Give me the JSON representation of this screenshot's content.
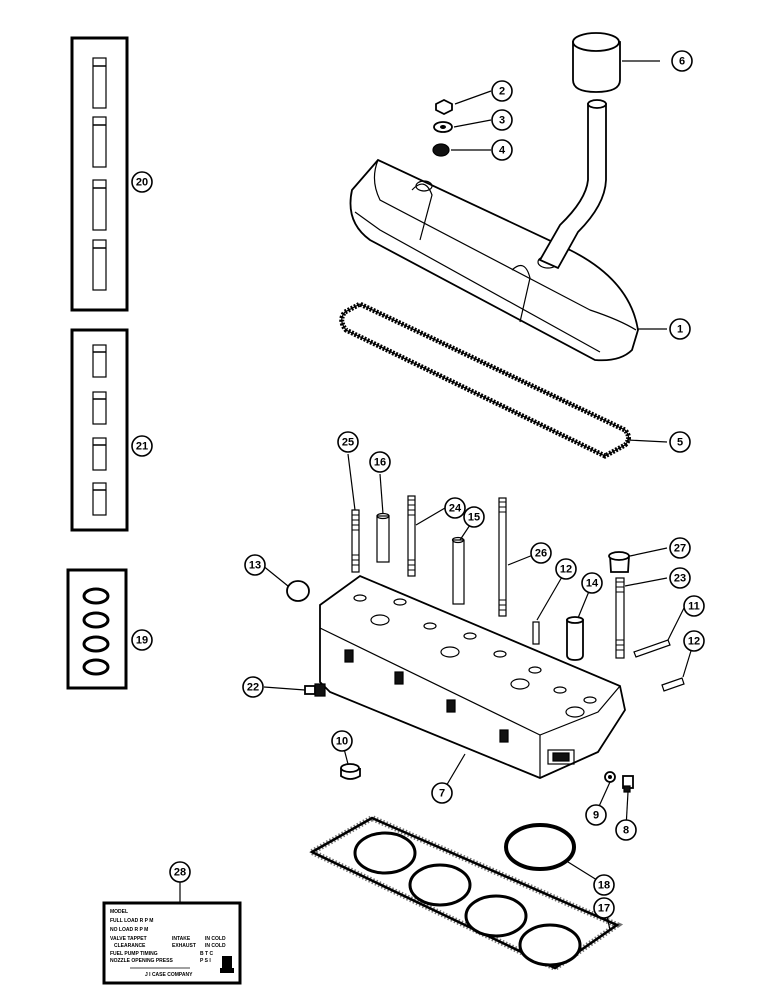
{
  "callouts": [
    {
      "id": "c1",
      "label": "1"
    },
    {
      "id": "c2",
      "label": "2"
    },
    {
      "id": "c3",
      "label": "3"
    },
    {
      "id": "c4",
      "label": "4"
    },
    {
      "id": "c5",
      "label": "5"
    },
    {
      "id": "c6",
      "label": "6"
    },
    {
      "id": "c7",
      "label": "7"
    },
    {
      "id": "c8",
      "label": "8"
    },
    {
      "id": "c9",
      "label": "9"
    },
    {
      "id": "c10",
      "label": "10"
    },
    {
      "id": "c11",
      "label": "11"
    },
    {
      "id": "c12a",
      "label": "12"
    },
    {
      "id": "c12b",
      "label": "12"
    },
    {
      "id": "c13",
      "label": "13"
    },
    {
      "id": "c14",
      "label": "14"
    },
    {
      "id": "c15",
      "label": "15"
    },
    {
      "id": "c16",
      "label": "16"
    },
    {
      "id": "c17",
      "label": "17"
    },
    {
      "id": "c18",
      "label": "18"
    },
    {
      "id": "c19",
      "label": "19"
    },
    {
      "id": "c20",
      "label": "20"
    },
    {
      "id": "c21",
      "label": "21"
    },
    {
      "id": "c22",
      "label": "22"
    },
    {
      "id": "c23",
      "label": "23"
    },
    {
      "id": "c24",
      "label": "24"
    },
    {
      "id": "c25",
      "label": "25"
    },
    {
      "id": "c26",
      "label": "26"
    },
    {
      "id": "c27",
      "label": "27"
    },
    {
      "id": "c28",
      "label": "28"
    }
  ],
  "data_plate": {
    "line1": "MODEL",
    "line2": "FULL LOAD R P M",
    "line3": "NO LOAD R P M",
    "line4a": "VALVE TAPPET",
    "line4b": "INTAKE",
    "line4c": "IN COLD",
    "line5a": "CLEARANCE",
    "line5b": "EXHAUST",
    "line5c": "IN COLD",
    "line6a": "FUEL PUMP TIMING",
    "line6b": "B T C",
    "line7a": "NOZZLE OPENING PRESS",
    "line7b": "P S I",
    "company": "J I CASE COMPANY"
  }
}
